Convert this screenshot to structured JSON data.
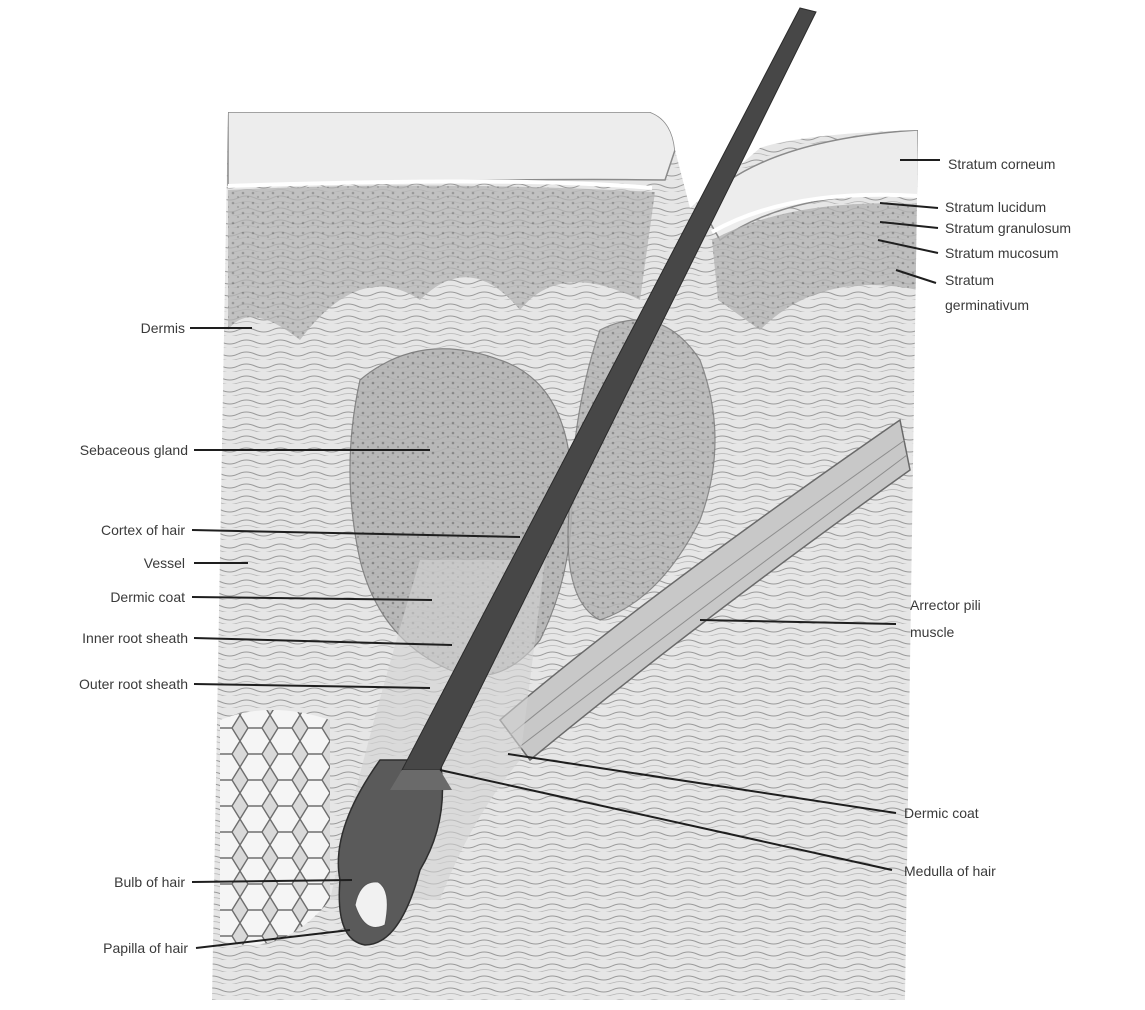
{
  "labels_left": {
    "dermis": "Dermis",
    "sebaceous_gland": "Sebaceous gland",
    "cortex_of_hair": "Cortex of hair",
    "vessel": "Vessel",
    "dermic_coat": "Dermic coat",
    "inner_root_sheath": "Inner root sheath",
    "outer_root_sheath": "Outer root sheath",
    "bulb_of_hair": "Bulb of hair",
    "papilla_of_hair": "Papilla of hair"
  },
  "labels_right": {
    "stratum_corneum": "Stratum corneum",
    "stratum_lucidum": "Stratum lucidum",
    "stratum_granulosum": "Stratum granulosum",
    "stratum_mucosum": "Stratum mucosum",
    "stratum_germinativum_line1": "Stratum",
    "stratum_germinativum_line2": "germinativum",
    "arrector_pili_line1": "Arrector pili",
    "arrector_pili_line2": "muscle",
    "dermic_coat": "Dermic coat",
    "medulla_of_hair": "Medulla of hair"
  },
  "colors": {
    "tissue_light": "#e4e4e4",
    "tissue_mid": "#bdbdbd",
    "tissue_dark": "#8c8c8c",
    "hair_shaft": "#474747",
    "leader_line": "#1e1e1e",
    "label_text": "#3a3a3a"
  }
}
